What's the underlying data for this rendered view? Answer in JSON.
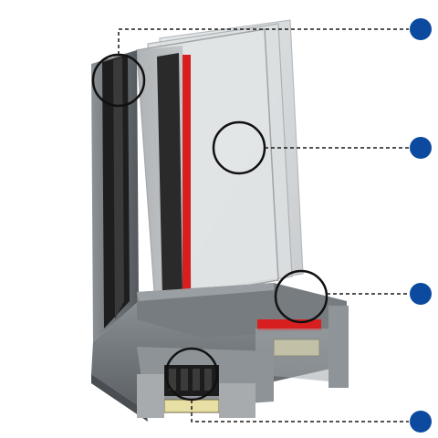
{
  "colors": {
    "background": "#ffffff",
    "marker": "#0b4a9e",
    "callout_line": "#1a1a1a",
    "frame_dark": "#5f6468",
    "frame_mid": "#80858a",
    "frame_light": "#a3a8ac",
    "rubber": "#1c1c1c",
    "gasket_red": "#d81f1f",
    "insulation": "#e8dfa4",
    "glass": "#dfe2e4"
  },
  "callouts": [
    {
      "id": "callout-1",
      "icon": "dot-marker"
    },
    {
      "id": "callout-2",
      "icon": "dot-marker"
    },
    {
      "id": "callout-3",
      "icon": "dot-marker"
    },
    {
      "id": "callout-4",
      "icon": "dot-marker"
    }
  ]
}
